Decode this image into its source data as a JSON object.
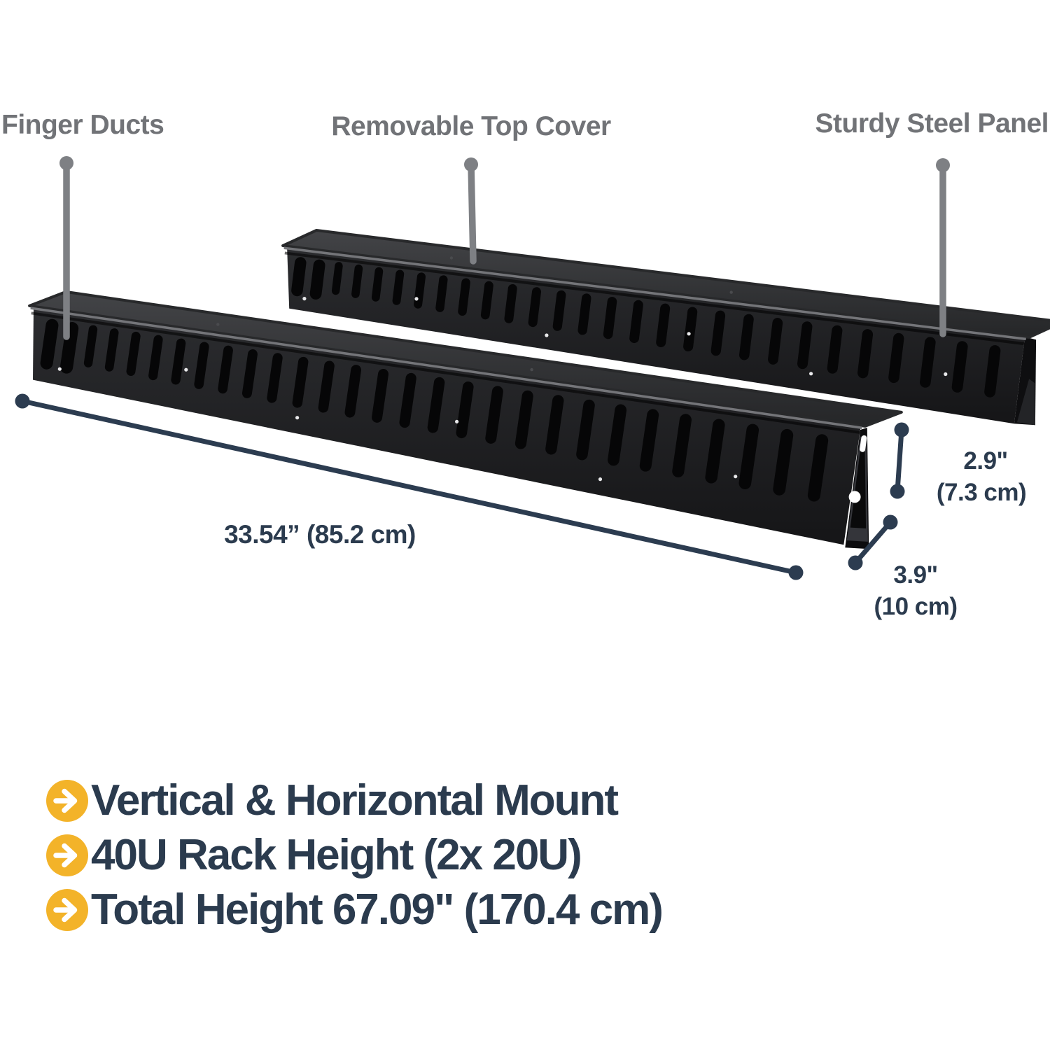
{
  "callouts": {
    "finger_ducts": "Finger Ducts",
    "removable_top_cover": "Removable Top Cover",
    "sturdy_steel_panel": "Sturdy Steel Panel"
  },
  "dimensions": {
    "length": "33.54” (85.2 cm)",
    "height_in": "2.9\"",
    "height_cm": "(7.3 cm)",
    "depth_in": "3.9\"",
    "depth_cm": "(10 cm)"
  },
  "features": [
    "Vertical & Horizontal Mount",
    "40U Rack Height (2x 20U)",
    "Total Height 67.09\" (170.4 cm)"
  ],
  "icons": {
    "feature_bullet": "arrow-right-circle-icon"
  },
  "colors": {
    "accent_orange": "#f3b329",
    "text_navy": "#2b3b4e",
    "label_gray": "#717377",
    "callout_line_gray": "#7e8084",
    "duct_black": "#1d1d1f",
    "background": "#ffffff"
  }
}
